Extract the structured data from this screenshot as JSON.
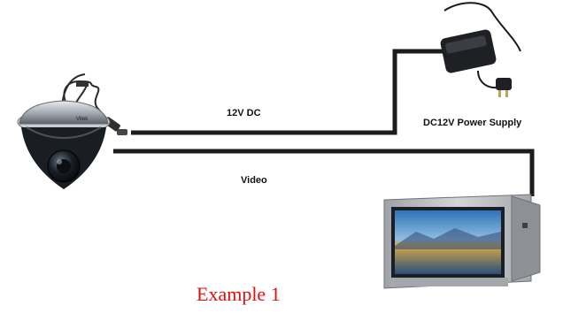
{
  "labels": {
    "power_cable": "12V DC",
    "power_supply": "DC12V  Power Supply",
    "video_cable": "Video"
  },
  "camera": {
    "brand_text": "Vitek"
  },
  "caption": "Example  1",
  "colors": {
    "cable": "#1c1c1c",
    "caption": "#e01010",
    "camera_housing": "#9aa0a8",
    "monitor_body": "#b9bcc0"
  }
}
